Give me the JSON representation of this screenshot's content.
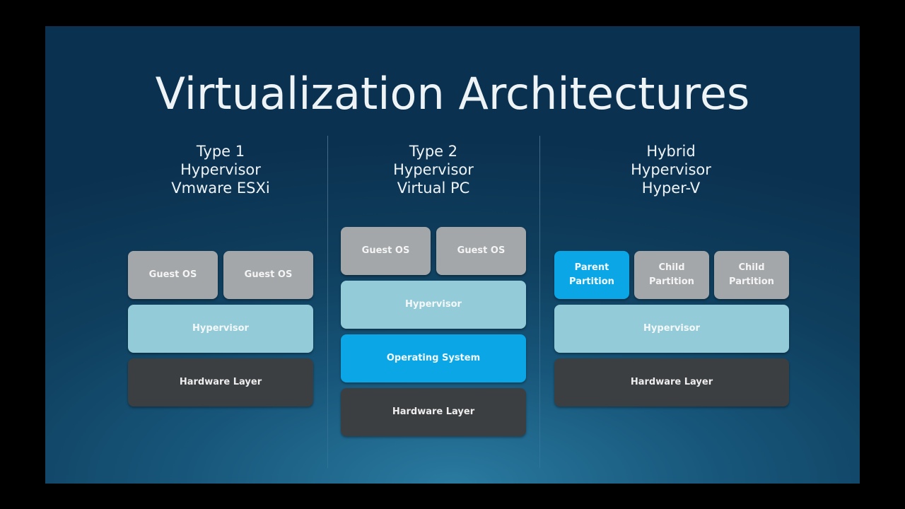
{
  "slide": {
    "title": "Virtualization Architectures"
  },
  "columns": [
    {
      "heading": [
        "Type 1",
        "Hypervisor",
        "Vmware ESXi"
      ],
      "top_blocks": [
        "Guest OS",
        "Guest OS"
      ],
      "hypervisor": "Hypervisor",
      "hardware": "Hardware Layer"
    },
    {
      "heading": [
        "Type 2",
        "Hypervisor",
        "Virtual PC"
      ],
      "top_blocks": [
        "Guest OS",
        "Guest OS"
      ],
      "hypervisor": "Hypervisor",
      "operating_system": "Operating System",
      "hardware": "Hardware Layer"
    },
    {
      "heading": [
        "Hybrid",
        "Hypervisor",
        "Hyper-V"
      ],
      "top_blocks": [
        "Parent Partition",
        "Child Partition",
        "Child Partition"
      ],
      "hypervisor": "Hypervisor",
      "hardware": "Hardware Layer"
    }
  ],
  "colors": {
    "guest": "#a3a7aa",
    "hypervisor": "#93ccd8",
    "highlight": "#0aa6e6",
    "hardware": "#3c3f42"
  }
}
